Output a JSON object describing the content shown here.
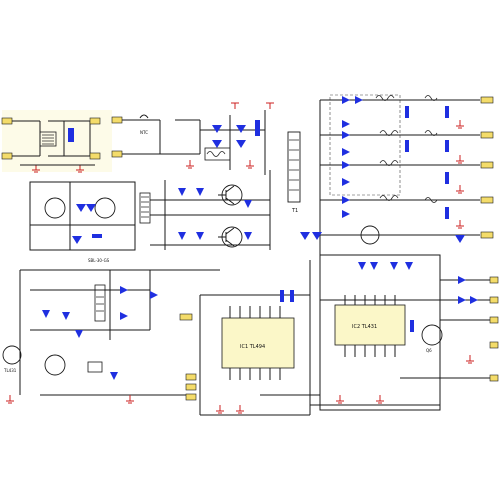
{
  "labels": {
    "thermistor": "NTC",
    "transformer_t1": "T1",
    "ic1": "IC1 TL494",
    "ic2": "IC2 TL431",
    "q_left": "TL431",
    "q_rt": "Q6",
    "sensor": "SBL-30-GS",
    "therm_sensor": "TL431"
  },
  "colors": {
    "wire": "#1a1a1a",
    "component": "#1f2fe0",
    "ground": "#cc2222",
    "connector": "#f4dc6a",
    "chip_fill": "#fbf7c8"
  }
}
